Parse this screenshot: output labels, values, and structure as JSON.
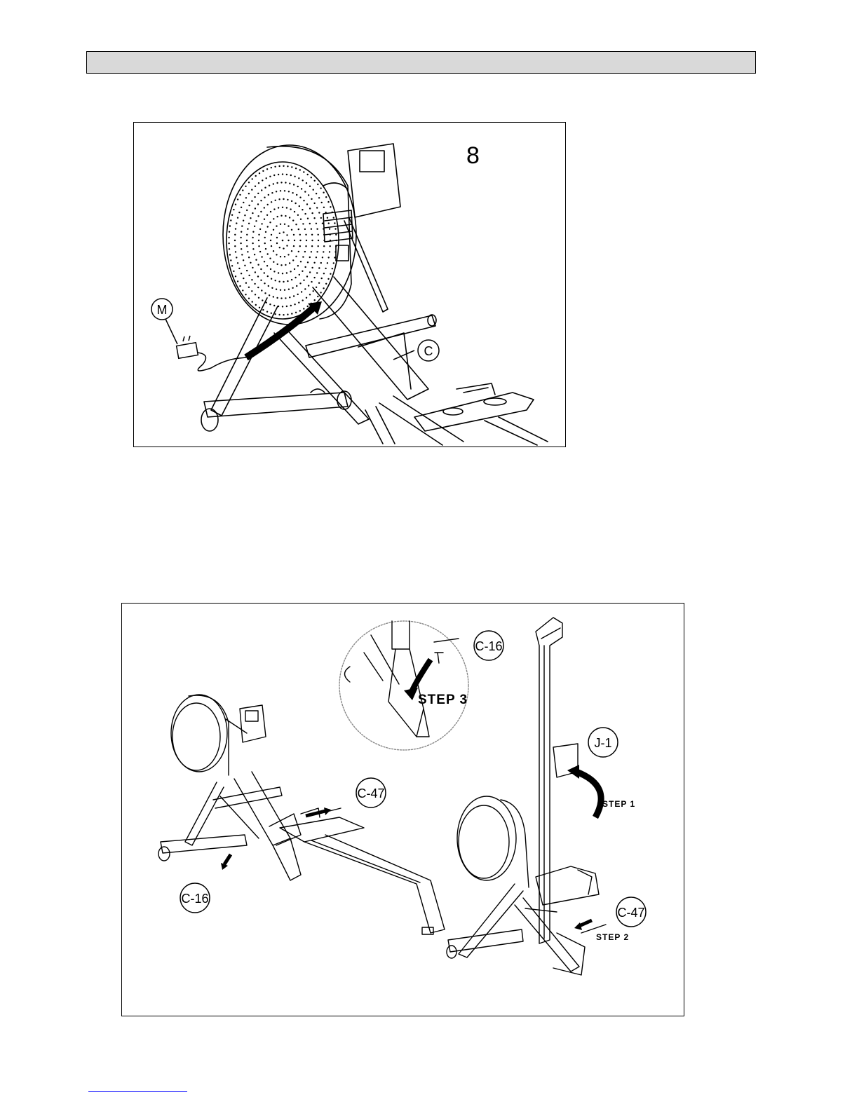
{
  "header": {
    "title": ""
  },
  "figure_8": {
    "step_number": "8",
    "callouts": {
      "adapter": "M",
      "frame": "C"
    }
  },
  "figure_9": {
    "callouts": {
      "pin_detail": "C-16",
      "pin_left": "C-16",
      "bolt_left": "C-47",
      "bolt_right": "C-47",
      "rail": "J-1"
    },
    "steps": {
      "step1": "STEP 1",
      "step2": "STEP 2",
      "step3": "STEP 3"
    }
  },
  "colors": {
    "header_fill": "#d9d9d9",
    "link_line": "#1a1aff"
  }
}
